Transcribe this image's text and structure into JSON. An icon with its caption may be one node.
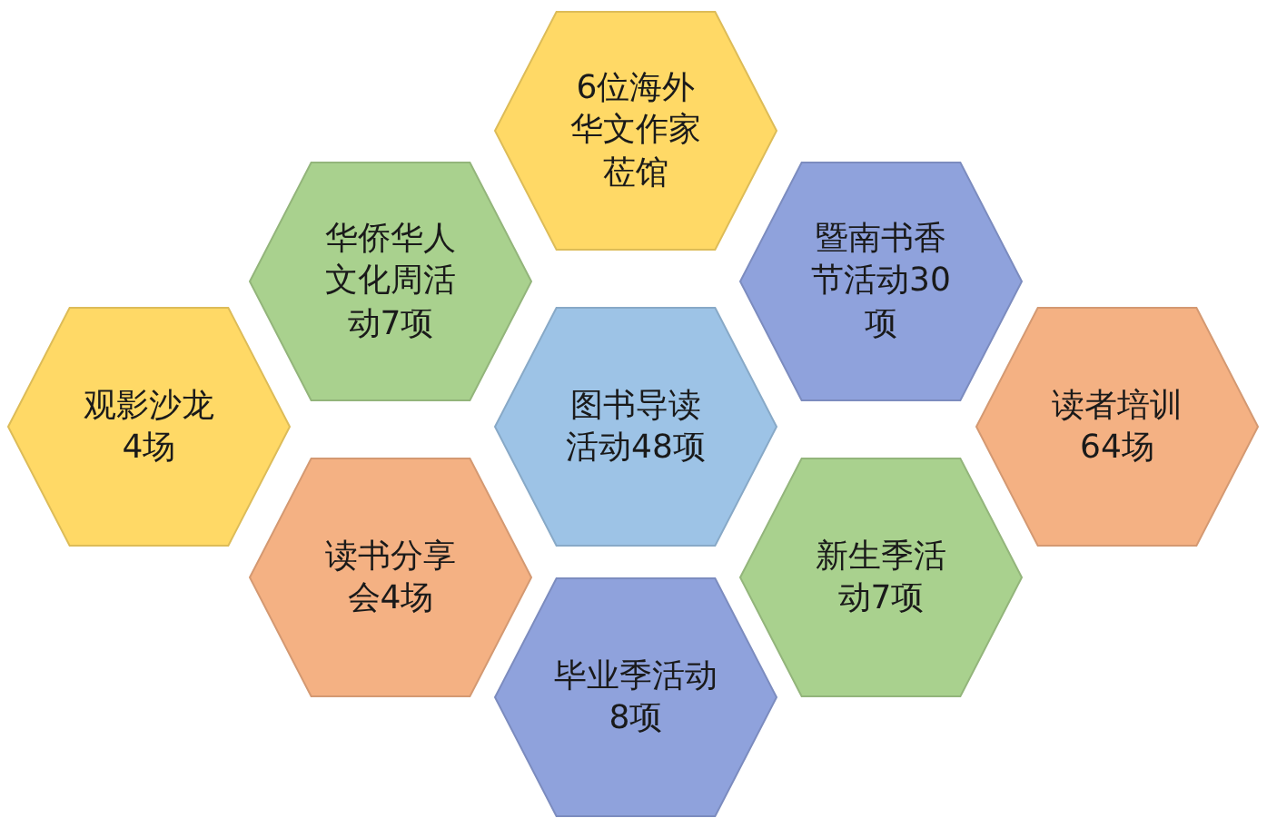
{
  "diagram": {
    "nodes": [
      {
        "text": [
          "6位海外华文作家莅馆"
        ]
      },
      {
        "text": [
          "华侨华人文化周活动7项"
        ]
      },
      {
        "text": [
          "暨南书香节活动30项"
        ]
      },
      {
        "text": [
          "观影沙龙4场"
        ]
      },
      {
        "text": [
          "图书导读活动48项"
        ]
      },
      {
        "text": [
          "读者培训64场"
        ]
      },
      {
        "text": [
          "读书分享会4场"
        ]
      },
      {
        "text": [
          "新生季活动7项"
        ]
      },
      {
        "text": [
          "毕业季活动8项"
        ]
      }
    ]
  }
}
